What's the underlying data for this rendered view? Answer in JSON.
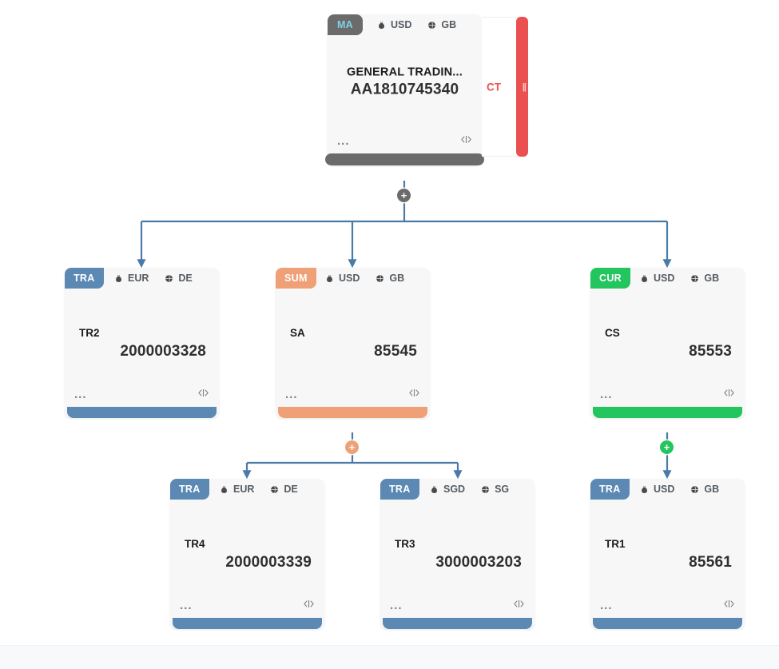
{
  "colors": {
    "ma": "#6b6b6b",
    "tra": "#5b89b3",
    "sum": "#f0a077",
    "cur": "#22c55e",
    "flag": "#ea5050",
    "wire": "#4a7aa8",
    "card_bg": "#f7f7f7",
    "canvas_bg": "#ffffff",
    "ma_badge_text": "#7fd4e8"
  },
  "icons": {
    "currency": "money-bag-icon",
    "country": "globe-icon",
    "menu": "ellipsis-icon",
    "code": "code-brackets-icon",
    "expand": "plus-icon",
    "pause": "pause-icon"
  },
  "nodes": {
    "root": {
      "type": "MA",
      "currency": "USD",
      "country": "GB",
      "org": "GENERAL TRADIN...",
      "id": "AA1810745340",
      "menu": "...",
      "code": "<|>",
      "flag": {
        "label": "CT",
        "pause": "||"
      }
    },
    "tra_left": {
      "type": "TRA",
      "currency": "EUR",
      "country": "DE",
      "sub": "TR2",
      "number": "2000003328",
      "menu": "...",
      "code": "<|>"
    },
    "sum_mid": {
      "type": "SUM",
      "currency": "USD",
      "country": "GB",
      "sub": "SA",
      "number": "85545",
      "menu": "...",
      "code": "<|>"
    },
    "cur_right": {
      "type": "CUR",
      "currency": "USD",
      "country": "GB",
      "sub": "CS",
      "number": "85553",
      "menu": "...",
      "code": "<|>"
    },
    "tra_tr4": {
      "type": "TRA",
      "currency": "EUR",
      "country": "DE",
      "sub": "TR4",
      "number": "2000003339",
      "menu": "...",
      "code": "<|>"
    },
    "tra_tr3": {
      "type": "TRA",
      "currency": "SGD",
      "country": "SG",
      "sub": "TR3",
      "number": "3000003203",
      "menu": "...",
      "code": "<|>"
    },
    "tra_tr1": {
      "type": "TRA",
      "currency": "USD",
      "country": "GB",
      "sub": "TR1",
      "number": "85561",
      "menu": "...",
      "code": "<|>"
    }
  },
  "expanders": {
    "root_plus": "+",
    "sum_plus": "+",
    "cur_plus": "+"
  }
}
